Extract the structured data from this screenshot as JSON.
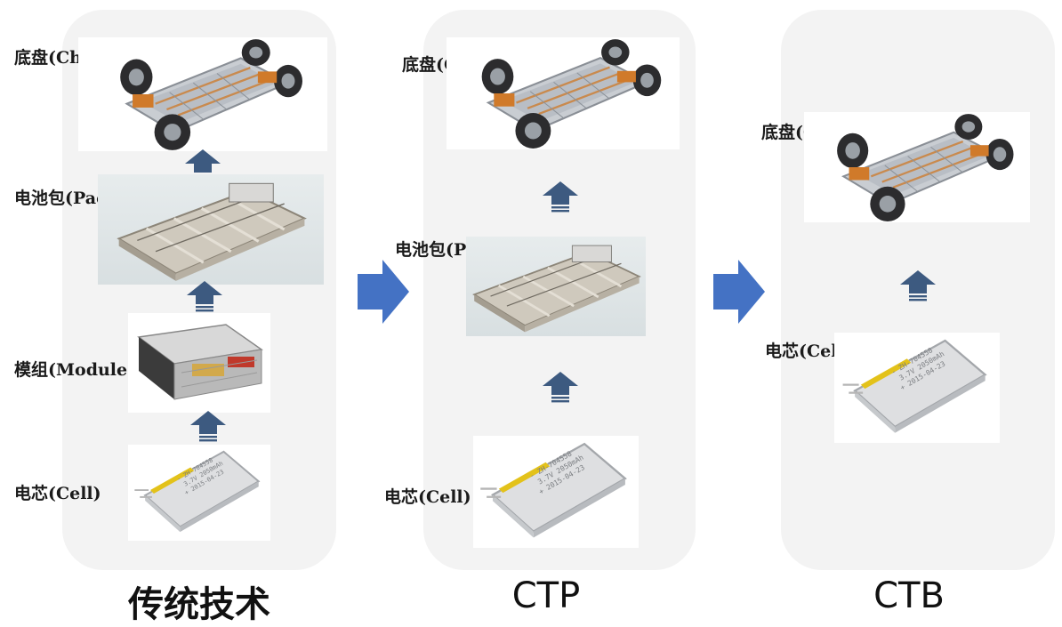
{
  "columns": [
    {
      "caption": "传统技术",
      "stages": {
        "chassis": "底盘(Chassis)",
        "pack": "电池包(Pack)",
        "module": "模组(Module)",
        "cell": "电芯(Cell)"
      }
    },
    {
      "caption": "CTP",
      "stages": {
        "chassis": "底盘(Chassis)",
        "pack": "电池包(Pack)",
        "cell": "电芯(Cell)"
      }
    },
    {
      "caption": "CTB",
      "stages": {
        "chassis": "底盘(Chassis)",
        "cell": "电芯(Cell)"
      }
    }
  ],
  "cell_print": [
    "- ZH-704558",
    "3.7V 2050mAh",
    "+ 2015-04-23"
  ],
  "colors": {
    "panel": "#f3f3f3",
    "up_arrow": "#3d5a80",
    "right_arrow": "#4472c4",
    "cell_tab": "#e3c21a"
  }
}
